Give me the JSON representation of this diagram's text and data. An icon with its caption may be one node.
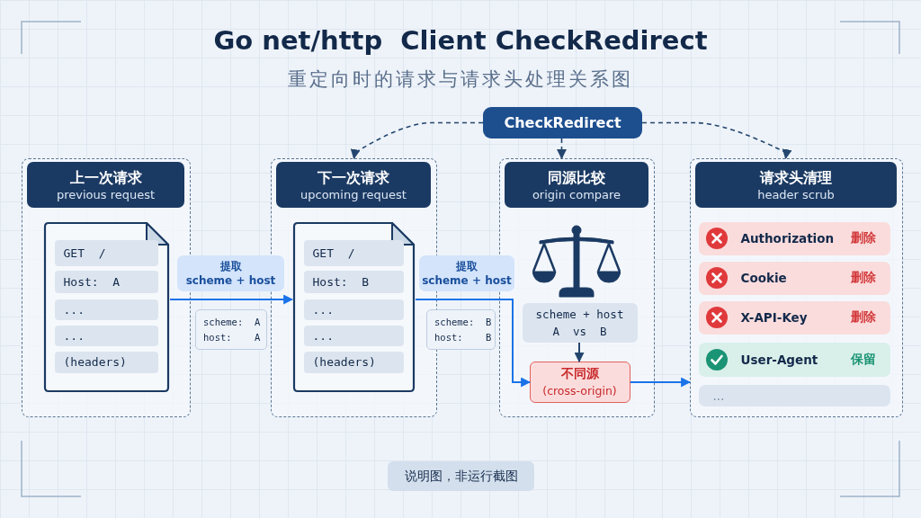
{
  "diagram": {
    "title": "Go net/http  Client CheckRedirect",
    "caption": "重定向时的请求与请求头处理关系图",
    "nodes": [
      {
        "text": [
          "上一次请求",
          "previous request"
        ]
      },
      {
        "text": [
          "GET  /",
          "Host:  A",
          "...",
          "...",
          "(headers)"
        ],
        "in": 0
      },
      {
        "text": [
          "scheme:  A",
          "host:    A"
        ]
      },
      {
        "text": [
          "下一次请求",
          "upcoming request"
        ]
      },
      {
        "text": [
          "GET  /",
          "Host:  B",
          "...",
          "...",
          "(headers)"
        ],
        "in": 3
      },
      {
        "text": [
          "scheme:  B",
          "host:    B"
        ]
      },
      {
        "text": [
          "CheckRedirect"
        ]
      },
      {
        "text": [
          "同源比较",
          "origin compare"
        ]
      },
      {
        "text": [
          "scheme + host",
          "A  vs  B"
        ],
        "in": 7
      },
      {
        "text": [
          "不同源",
          "(cross-origin)"
        ],
        "in": 7
      },
      {
        "text": [
          "请求头清理",
          "header scrub"
        ]
      },
      {
        "text": [
          "Authorization",
          "删除"
        ],
        "in": 10
      },
      {
        "text": [
          "Cookie",
          "删除"
        ],
        "in": 10
      },
      {
        "text": [
          "X-API-Key",
          "删除"
        ],
        "in": 10
      },
      {
        "text": [
          "User-Agent",
          "保留"
        ],
        "in": 10
      },
      {
        "text": [
          "..."
        ],
        "in": 10
      },
      {
        "text": [
          "说明图，非运行截图"
        ]
      }
    ],
    "edges": [
      {
        "from": 6,
        "to": 3,
        "arrow": "to",
        "style": "dashed"
      },
      {
        "from": 6,
        "to": 7,
        "arrow": "to",
        "style": "dashed"
      },
      {
        "from": 6,
        "to": 10,
        "arrow": "to",
        "style": "dashed"
      },
      {
        "from": 1,
        "to": 4,
        "arrow": "to",
        "label": "提取 scheme + host",
        "color": "#1a73e8"
      },
      {
        "from": 4,
        "to": 9,
        "arrow": "to",
        "label": "提取 scheme + host",
        "color": "#1a73e8"
      },
      {
        "from": 8,
        "to": 9,
        "arrow": "to"
      },
      {
        "from": 9,
        "to": 10,
        "arrow": "to",
        "color": "#1a73e8"
      }
    ]
  }
}
